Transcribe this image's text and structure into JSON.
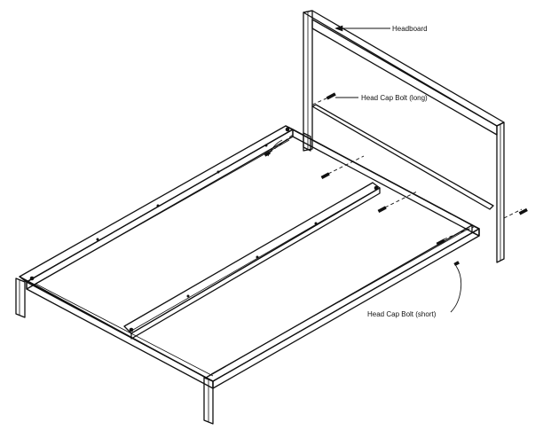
{
  "labels": {
    "headboard": "Headboard",
    "head_cap_bolt_long": "Head Cap Bolt (long)",
    "head_cap_bolt_short": "Head Cap Bolt (short)"
  },
  "colors": {
    "line": "#111111",
    "background": "#ffffff"
  }
}
